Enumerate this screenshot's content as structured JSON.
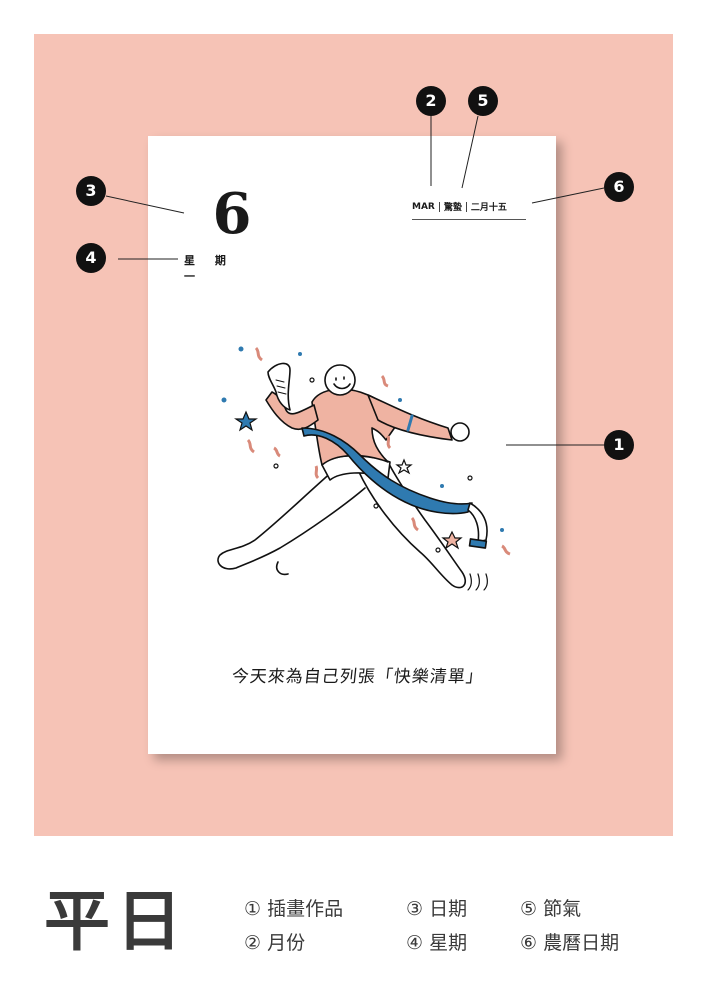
{
  "footer": {
    "title": "平日",
    "legend": [
      {
        "number": "①",
        "label": "插畫作品"
      },
      {
        "number": "②",
        "label": "月份"
      },
      {
        "number": "③",
        "label": "日期"
      },
      {
        "number": "④",
        "label": "星期"
      },
      {
        "number": "⑤",
        "label": "節氣"
      },
      {
        "number": "⑥",
        "label": "農曆日期"
      }
    ]
  },
  "calendar": {
    "day": "6",
    "weekday": "星 期 一",
    "month": "MAR",
    "solar_term": "驚蟄",
    "lunar_date": "二月十五",
    "caption": "今天來為自己列張「快樂清單」"
  },
  "markers": [
    "1",
    "2",
    "3",
    "4",
    "5",
    "6"
  ],
  "colors": {
    "background_pink": "#f6c3b6",
    "ribbon_blue": "#2f7ab0",
    "sweater_pink": "#efb3a2",
    "marker_black": "#111111"
  },
  "icons": [
    "star-icon",
    "confetti-icon",
    "ribbon-icon",
    "scroll-icon"
  ]
}
